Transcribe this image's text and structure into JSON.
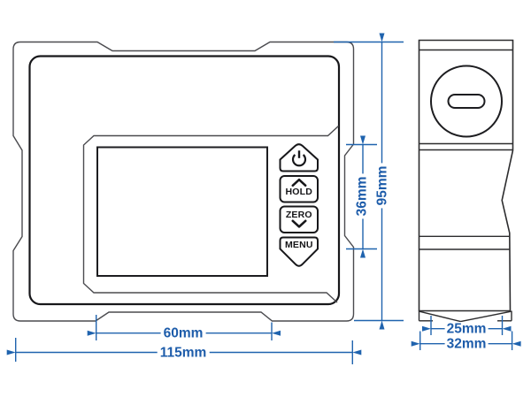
{
  "drawing": {
    "kind": "dimensional technical drawing of handheld gauge, front and side views"
  },
  "front_view": {
    "buttons": {
      "power": {
        "icon": "power-icon"
      },
      "hold": {
        "label": "HOLD",
        "icon": "chevron-up-icon"
      },
      "zero": {
        "label": "ZERO",
        "icon": "chevron-down-icon"
      },
      "menu": {
        "label": "MENU"
      }
    },
    "dimensions": {
      "display_width": "60mm",
      "overall_width": "115mm",
      "keypad_height": "36mm",
      "overall_height": "95mm"
    }
  },
  "side_view": {
    "features": {
      "cover": "coin-slot-cover"
    },
    "dimensions": {
      "body_depth": "25mm",
      "overall_depth": "32mm"
    }
  },
  "colors": {
    "dimension_blue": "#1f63ae",
    "dimension_text_blue": "#1d5caa",
    "line_dark": "#17171a",
    "line_gray": "#4b4b4f"
  }
}
